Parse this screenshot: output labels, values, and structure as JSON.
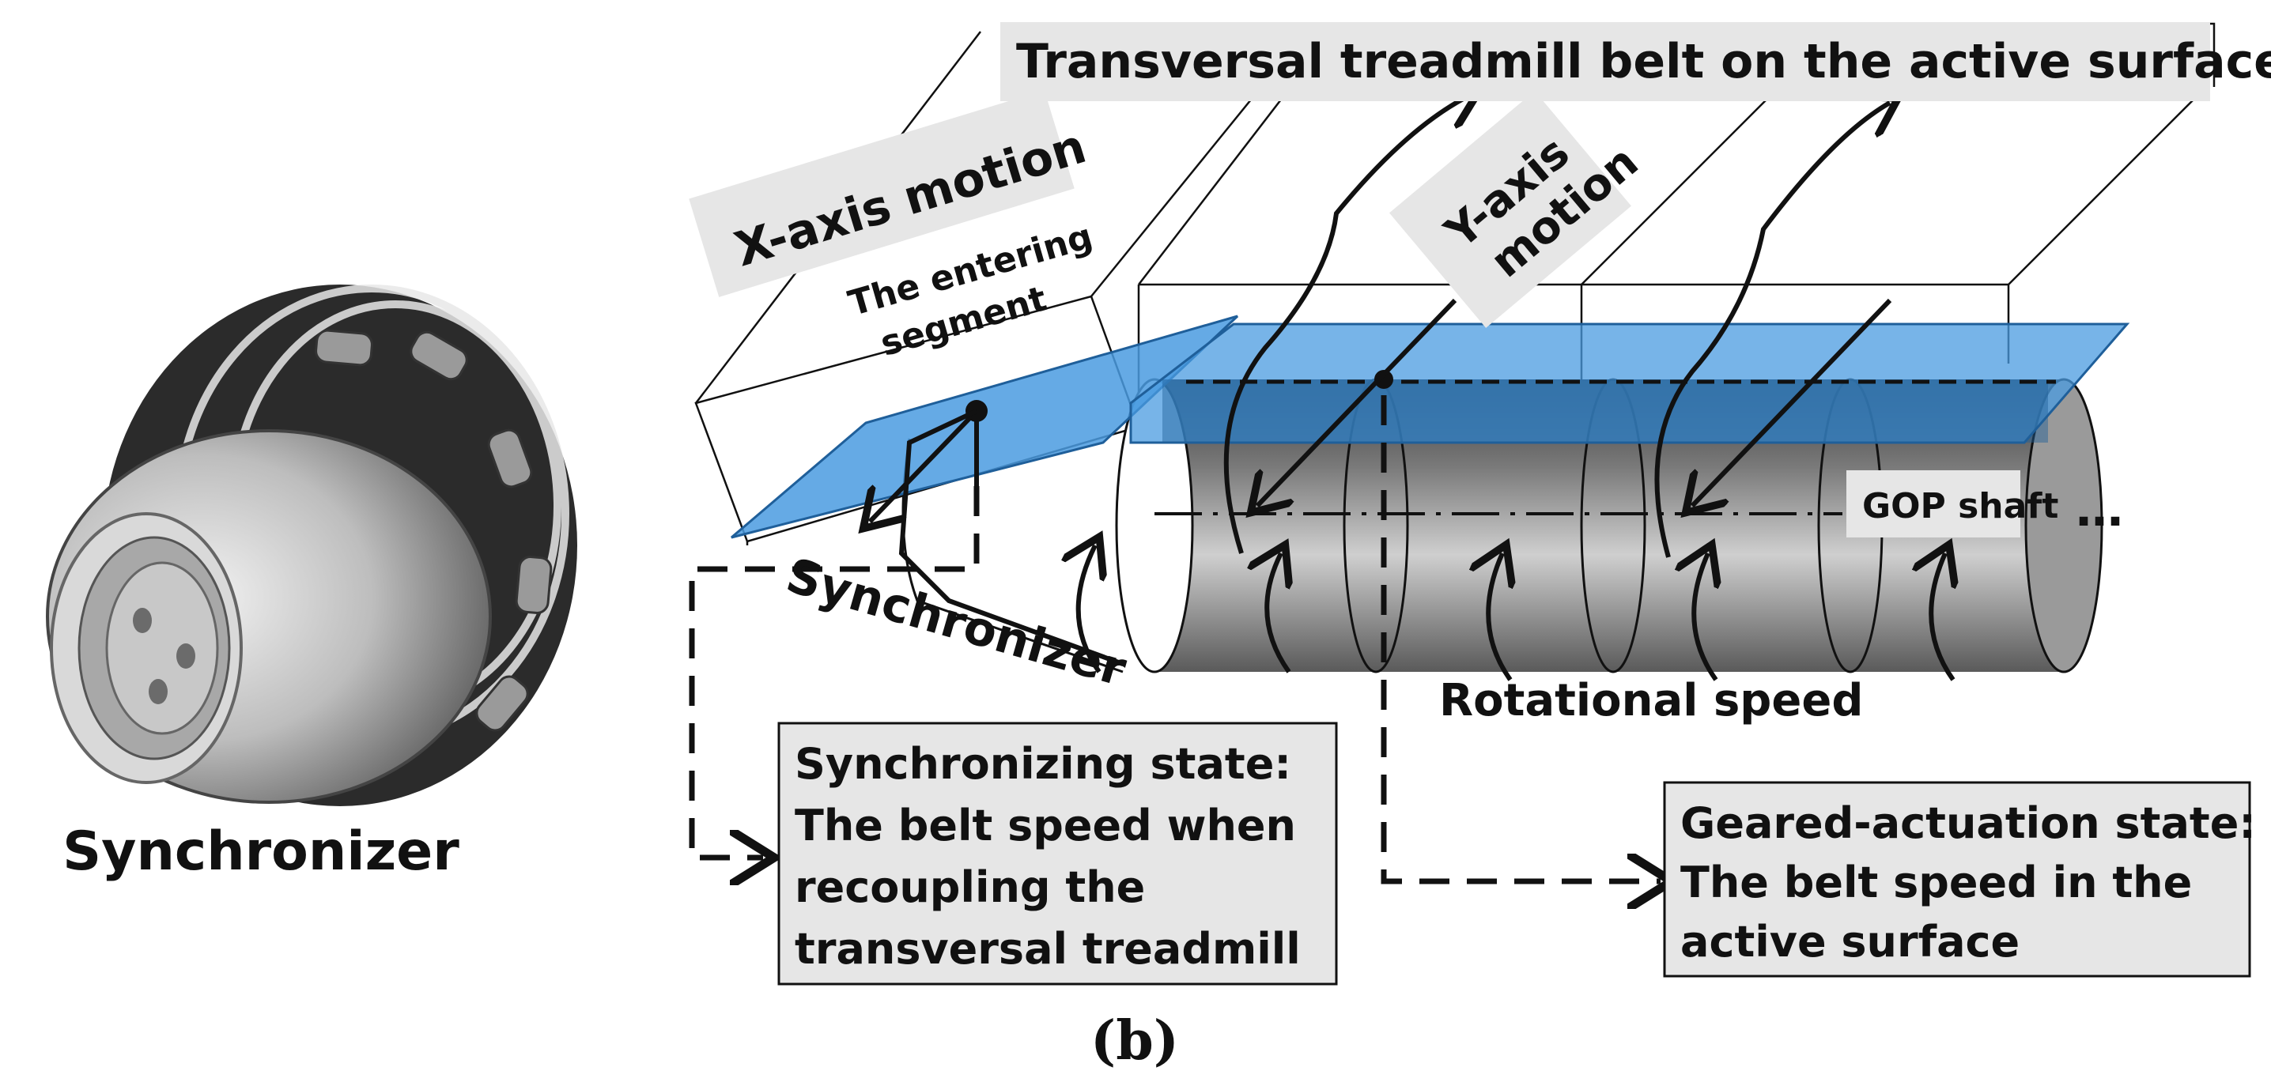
{
  "labels": {
    "transversal": "Transversal treadmill belt on the active surface",
    "x_axis": "X-axis motion",
    "y_axis_1": "Y-axis",
    "y_axis_2": "motion",
    "entering_1": "The entering",
    "entering_2": "segment",
    "gop_shaft": "GOP shaft",
    "synchronizer_diagram": "Synchronizer",
    "rotational_speed": "Rotational speed",
    "synchronizer_device": "Synchronizer",
    "figure_label": "(b)"
  },
  "sync_box": [
    "Synchronizing state:",
    "The belt speed when",
    "recoupling the",
    "transversal treadmill"
  ],
  "geared_box": [
    "Geared-actuation state:",
    "The belt speed in the",
    "active surface"
  ],
  "colors": {
    "belt_blue": "#4a9be0",
    "belt_dark": "#1f5f9a",
    "label_bg": "#e6e6e6",
    "cylinder_dark": "#5a5a5a",
    "cylinder_light": "#cfcfcf"
  }
}
